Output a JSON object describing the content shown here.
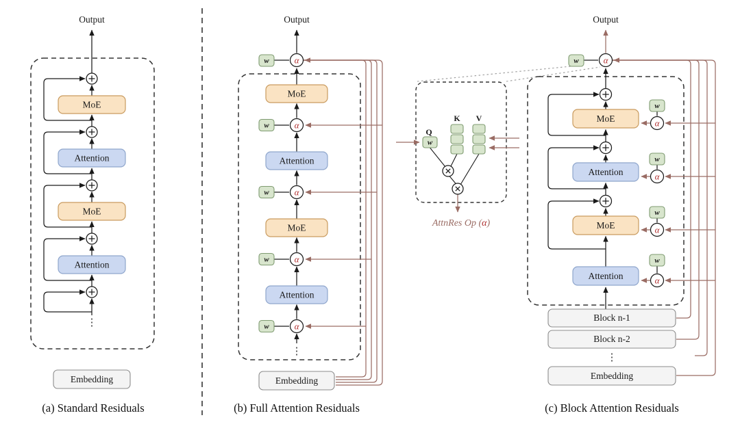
{
  "figure": {
    "output_label": "Output",
    "embedding_label": "Embedding",
    "dots": "⋮",
    "symbols": {
      "w": "w",
      "alpha": "α"
    },
    "blocks": {
      "moe": "MoE",
      "attention": "Attention"
    },
    "panel_a": {
      "caption": "(a) Standard Residuals"
    },
    "panel_b": {
      "caption": "(b) Full Attention Residuals"
    },
    "panel_c": {
      "caption": "(c) Block Attention Residuals",
      "block_n1": "Block n-1",
      "block_n2": "Block n-2"
    },
    "op": {
      "caption_prefix": "AttnRes Op (",
      "caption_alpha": "α",
      "caption_suffix": ")",
      "q": "Q",
      "k": "K",
      "v": "V"
    },
    "colors": {
      "ink": "#1a1a1a",
      "moe_fill": "#FAE3C3",
      "moe_stroke": "#C99B5F",
      "att_fill": "#CBD8F1",
      "att_stroke": "#8FA6CC",
      "green_fill": "#D8E5CD",
      "green_stroke": "#7F9B71",
      "gray_fill": "#F4F4F4",
      "gray_stroke": "#8C8C8C",
      "residual_red": "#9A6C64",
      "alpha_red": "#B03030"
    }
  }
}
